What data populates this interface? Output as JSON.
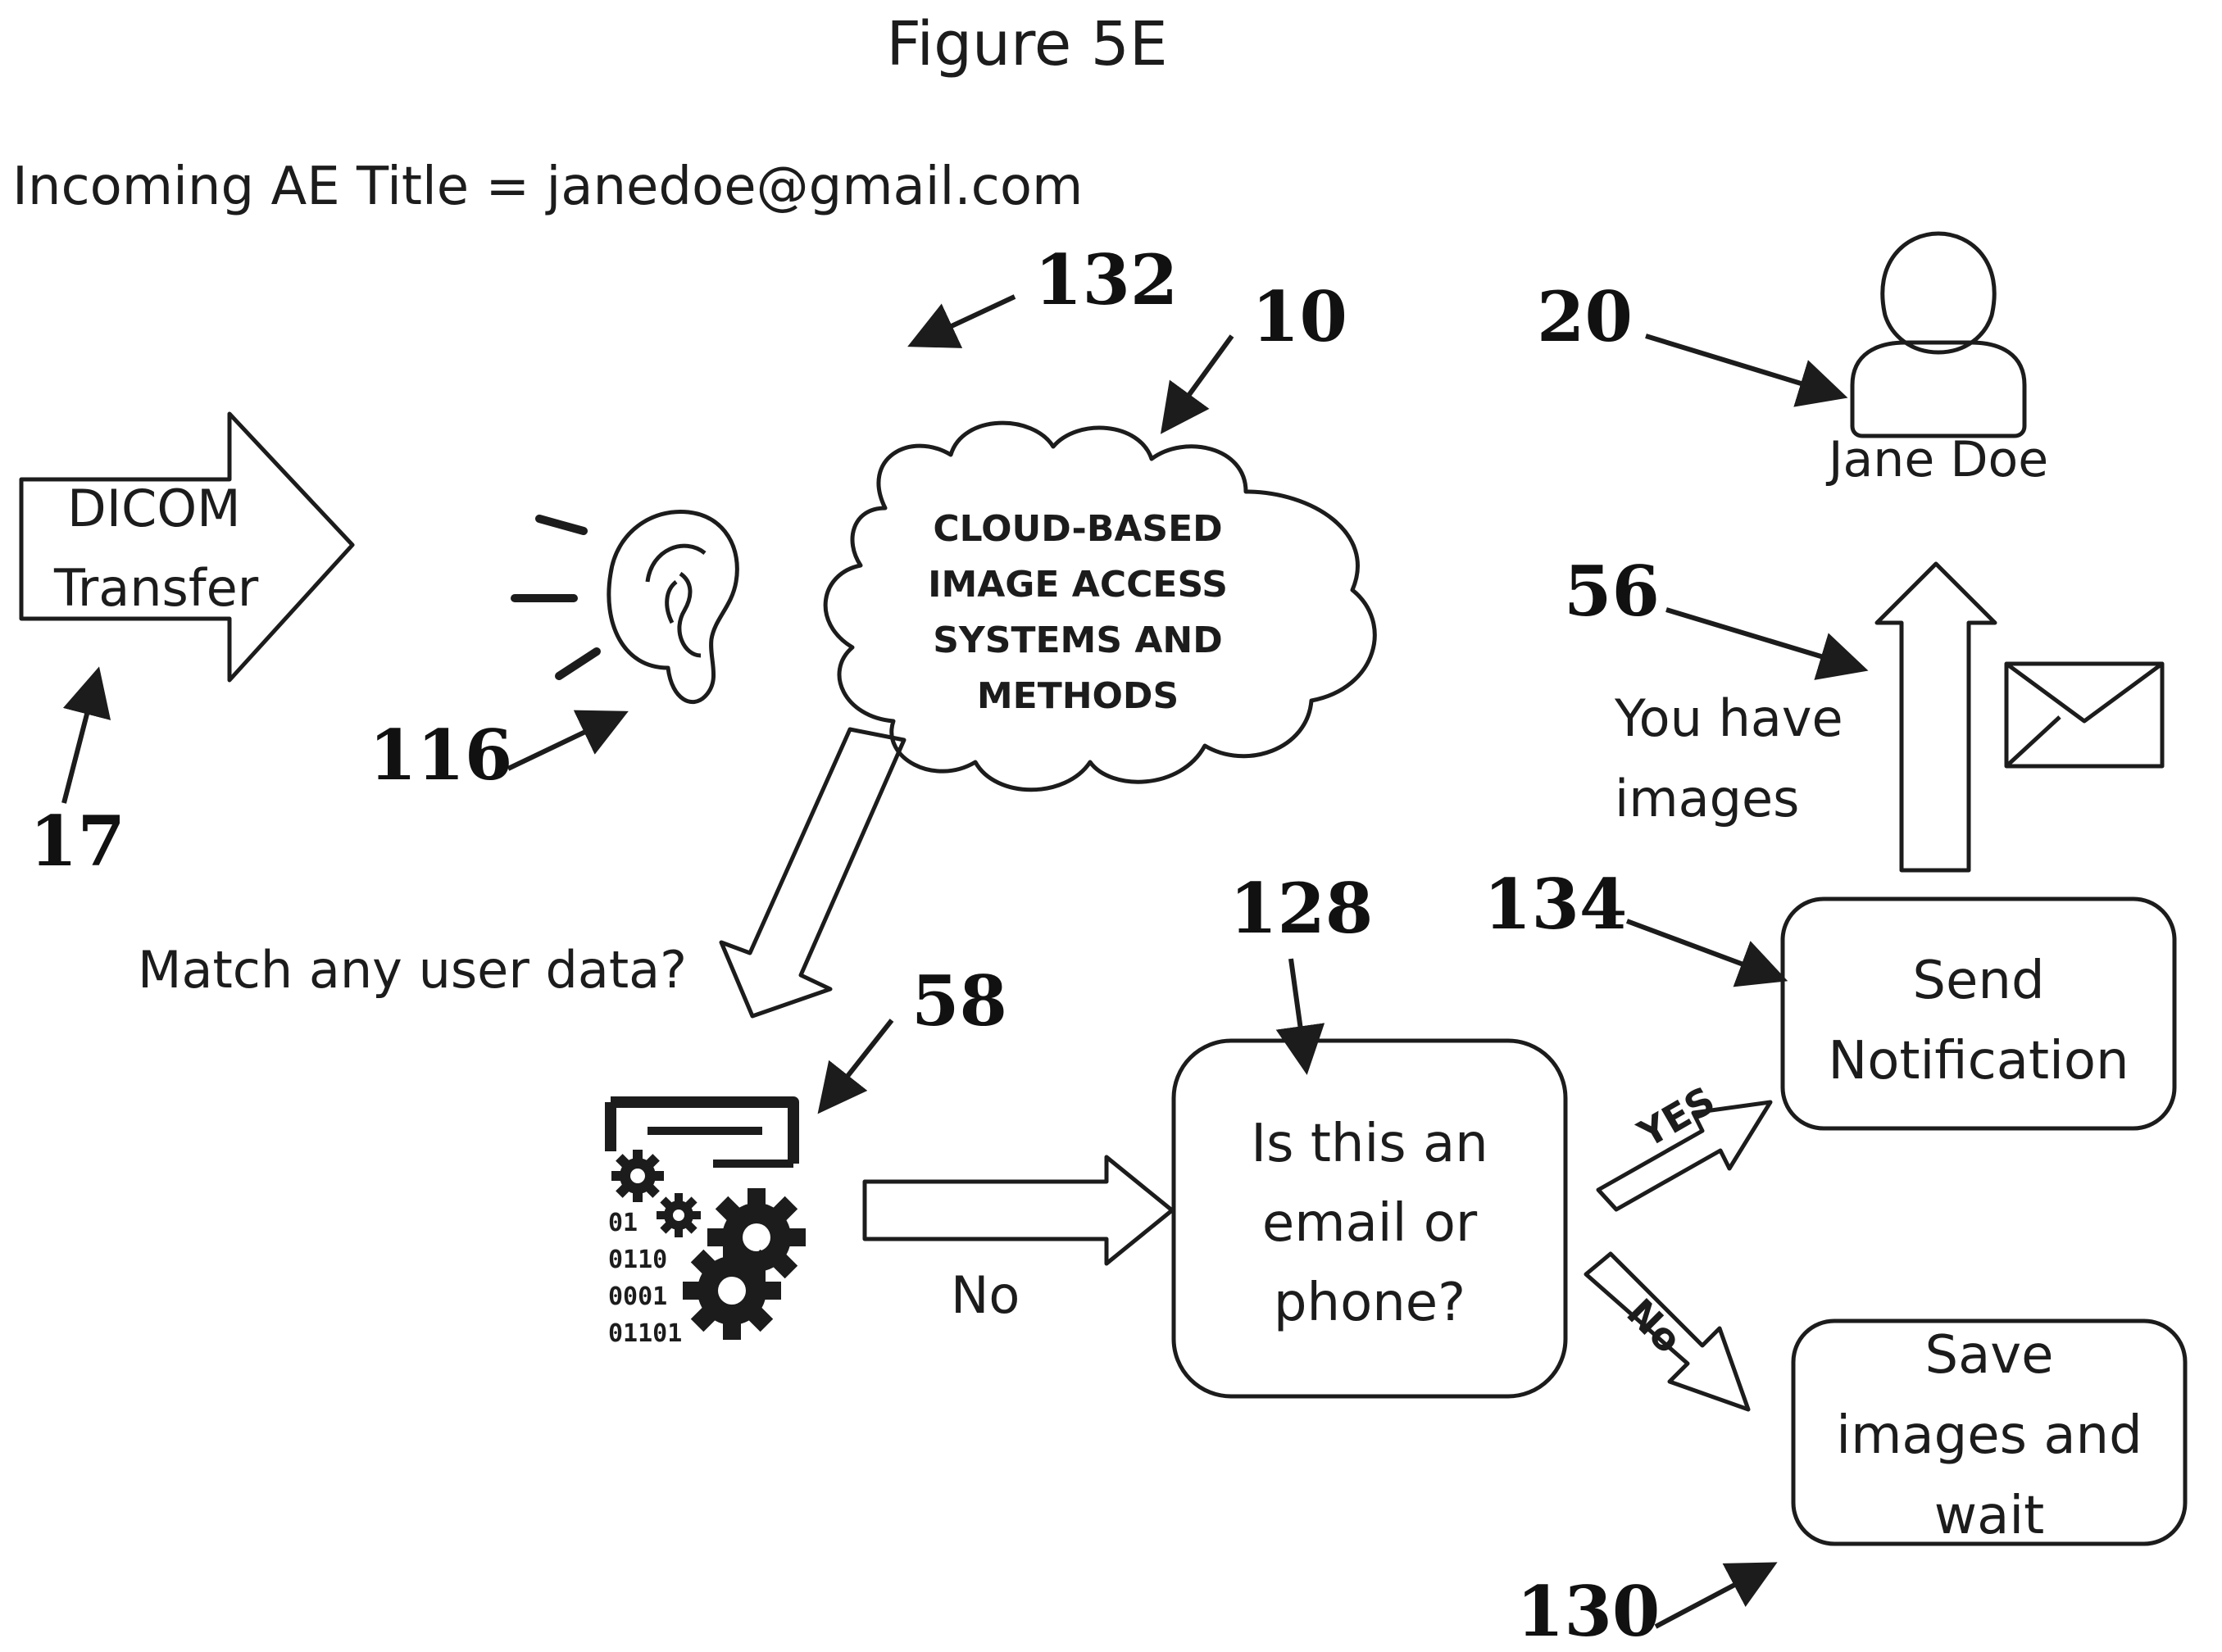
{
  "title": "Figure 5E",
  "header_text": "Incoming AE Title = janedoe@gmail.com",
  "dicom": {
    "line1": "DICOM",
    "line2": "Transfer"
  },
  "cloud": {
    "line1": "CLOUD-BASED",
    "line2": "IMAGE ACCESS",
    "line3": "SYSTEMS AND",
    "line4": "METHODS"
  },
  "user": {
    "name": "Jane Doe"
  },
  "message": {
    "line1": "You have",
    "line2": "images"
  },
  "match_question": "Match any user data?",
  "decision": {
    "line1": "Is this an",
    "line2": "email or",
    "line3": "phone?"
  },
  "notify": {
    "line1": "Send",
    "line2": "Notification"
  },
  "save": {
    "line1": "Save",
    "line2": "images and",
    "line3": "wait"
  },
  "branch_yes": "YES",
  "branch_no_diag": "No",
  "branch_no": "No",
  "data_icon_binary": [
    "01",
    "0110",
    "0001",
    "01101"
  ],
  "refs": {
    "r132": "132",
    "r10": "10",
    "r20": "20",
    "r116": "116",
    "r17": "17",
    "r56": "56",
    "r58": "58",
    "r128": "128",
    "r134": "134",
    "r130": "130"
  },
  "colors": {
    "ink": "#1c1c1c",
    "background": "#ffffff"
  }
}
